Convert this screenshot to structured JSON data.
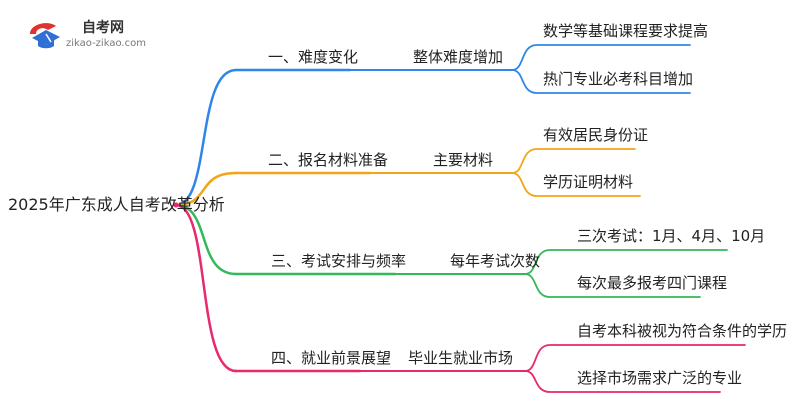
{
  "logo": {
    "name": "自考网",
    "url": "zikao-zikao.com",
    "colors": {
      "blue": "#2f6fd6",
      "red": "#e0322f"
    }
  },
  "root": {
    "text": "2025年广东成人自考改革分析"
  },
  "branches": [
    {
      "label": "一、难度变化",
      "sub": "整体难度增加",
      "color": "#2f86e8",
      "leaves": [
        "数学等基础课程要求提高",
        "热门专业必考科目增加"
      ]
    },
    {
      "label": "二、报名材料准备",
      "sub": "主要材料",
      "color": "#f2a516",
      "leaves": [
        "有效居民身份证",
        "学历证明材料"
      ]
    },
    {
      "label": "三、考试安排与频率",
      "sub": "每年考试次数",
      "color": "#33b85a",
      "leaves": [
        "三次考试：1月、4月、10月",
        "每次最多报考四门课程"
      ]
    },
    {
      "label": "四、就业前景展望",
      "sub": "毕业生就业市场",
      "color": "#e8286f",
      "leaves": [
        "自考本科被视为符合条件的学历",
        "选择市场需求广泛的专业"
      ]
    }
  ]
}
